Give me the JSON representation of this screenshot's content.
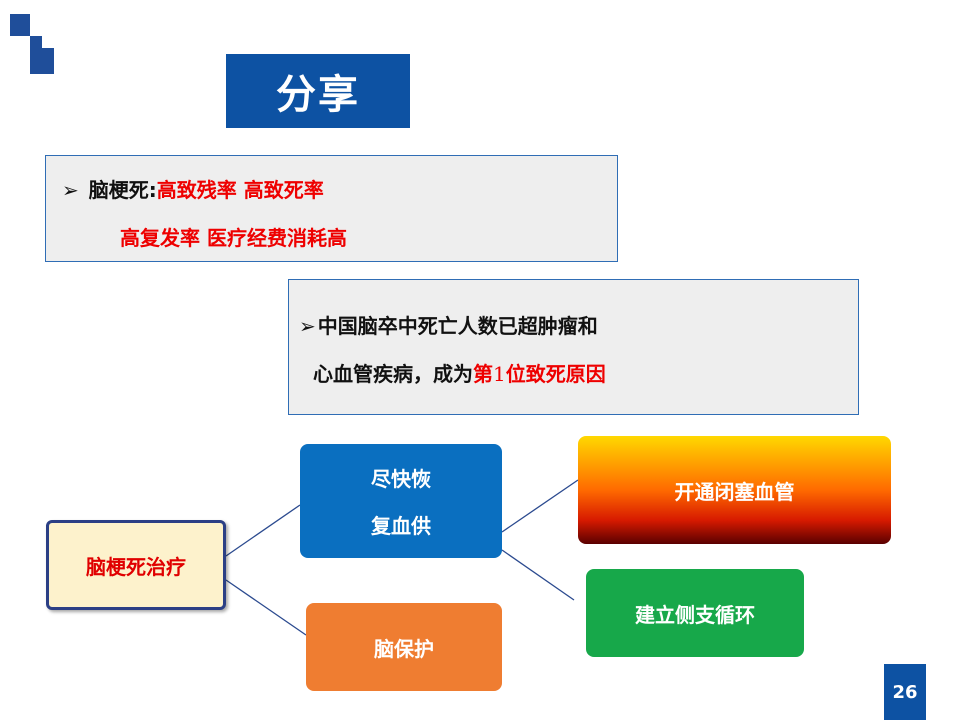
{
  "slide": {
    "title": "分享",
    "page_number": "26"
  },
  "box1": {
    "bullet": "➢",
    "line1_prefix": "脑梗死:",
    "line1_red": "高致残率  高致死率",
    "line2_red": "高复发率  医疗经费消耗高"
  },
  "box2": {
    "bullet": "➢",
    "line1": "中国脑卒中死亡人数已超肿瘤和",
    "line2_prefix": "心血管疾病，成为",
    "line2_red_a": "第",
    "line2_red_num": "1",
    "line2_red_b": "位致死原因"
  },
  "diagram": {
    "root": "脑梗死治疗",
    "restore_line1": "尽快恢",
    "restore_line2": "复血供",
    "protect": "脑保护",
    "open_vessel": "开通闭塞血管",
    "collateral": "建立侧支循环"
  },
  "colors": {
    "brand_blue": "#0d52a3",
    "highlight_red": "#ee0000",
    "restore_blue": "#0a6fc0",
    "protect_orange": "#ef7d31",
    "collateral_green": "#17a84a",
    "root_fill": "#fdf2cc"
  }
}
